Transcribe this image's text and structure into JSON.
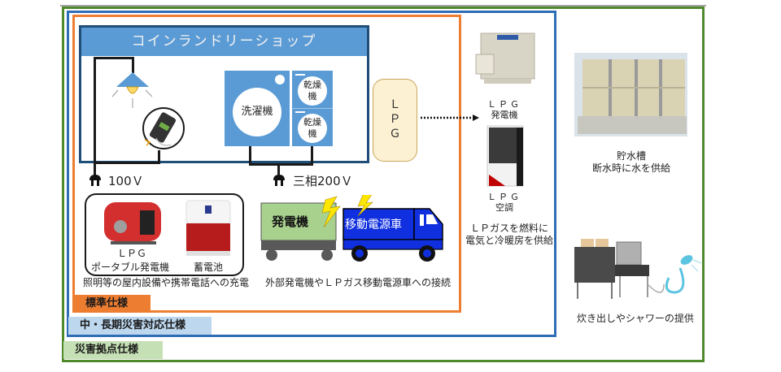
{
  "diagram": {
    "shop": {
      "title": "コインランドリーショップ",
      "washer_label": "洗濯機",
      "dryer_labels": [
        "乾燥\n機",
        "乾燥\n機"
      ]
    },
    "power": {
      "v100_label": "100Ｖ",
      "v200_label": "三相200Ｖ"
    },
    "lpg_tank_label": "Ｌ\nＰ\nＧ",
    "standard_devices": {
      "portable_generator_line1": "ＬＰＧ",
      "portable_generator_line2": "ポータブル発電機",
      "battery_label": "蓄電池",
      "caption": "照明等の屋内設備や携帯電話への充電"
    },
    "external": {
      "generator_label": "発電機",
      "power_truck_label": "移動電源車",
      "caption": "外部発電機やＬＰガス移動電源車への接続"
    },
    "mid_long_term": {
      "lpg_generator_line1": "ＬＰＧ",
      "lpg_generator_line2": "発電機",
      "lpg_aircon_line1": "ＬＰＧ",
      "lpg_aircon_line2": "空調",
      "caption_line1": "ＬＰガスを燃料に",
      "caption_line2": "電気と冷暖房を供給"
    },
    "disaster_base": {
      "water_tank_line1": "貯水槽",
      "water_tank_line2": "断水時に水を供給",
      "cooking_shower_caption": "炊き出しやシャワーの提供"
    },
    "spec_tabs": {
      "standard": "標準仕様",
      "mid_long_term": "中・長期災害対応仕様",
      "disaster_base": "災害拠点仕様"
    },
    "colors": {
      "standard": "#ed7d31",
      "mid_long_term": "#2e6db5",
      "disaster_base": "#4f8a2b",
      "shop_header": "#5b9bd5"
    }
  }
}
